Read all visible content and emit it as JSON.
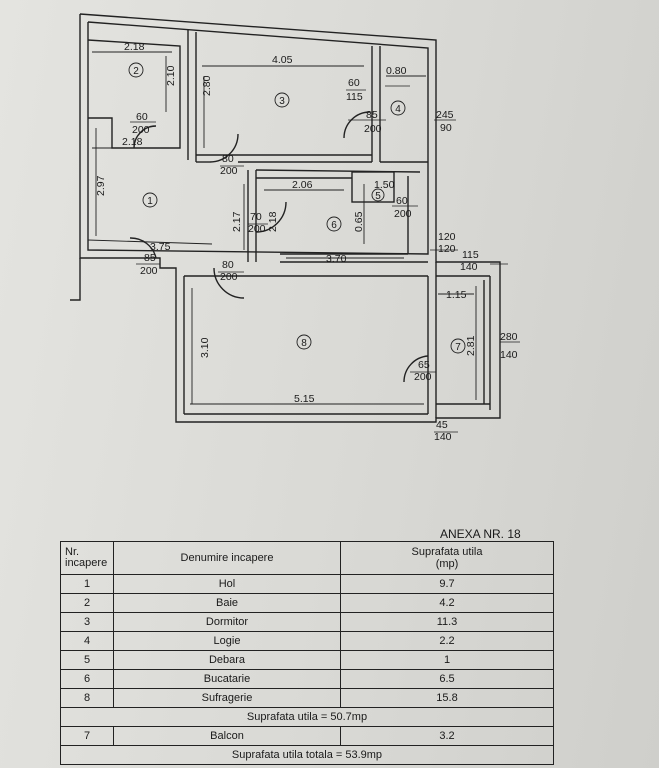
{
  "plan": {
    "dims": {
      "d_2_18_top": "2.18",
      "d_2_10": "2.10",
      "d_4_05": "4.05",
      "d_60_115_a": "60",
      "d_60_115_b": "115",
      "d_0_80": "0.80",
      "d_2_80": "2.80",
      "d_245": "245",
      "d_90": "90",
      "d_85_200_r3_a": "85",
      "d_85_200_r3_b": "200",
      "d_60_200_a": "60",
      "d_60_200_b": "200",
      "d_2_18_mid": "2.18",
      "d_80_200_a": "80",
      "d_80_200_b": "200",
      "d_2_06": "2.06",
      "d_1_50": "1.50",
      "d_60_200_d_a": "60",
      "d_60_200_d_b": "200",
      "d_2_97": "2.97",
      "d_2_17": "2.17",
      "d_2_18_v": "2.18",
      "d_70_200_a": "70",
      "d_70_200_b": "200",
      "d_0_65": "0.65",
      "d_120_a": "120",
      "d_120_b": "120",
      "d_3_75": "3.75",
      "d_85_200_h_a": "85",
      "d_85_200_h_b": "200",
      "d_80_200_k_a": "80",
      "d_80_200_k_b": "200",
      "d_3_70": "3.70",
      "d_115_140_a": "115",
      "d_115_140_b": "140",
      "d_1_15": "1.15",
      "d_280_a": "280",
      "d_280_b": "140",
      "d_3_10": "3.10",
      "d_2_81": "2.81",
      "d_65_200_a": "65",
      "d_65_200_b": "200",
      "d_5_15": "5.15",
      "d_45_140_a": "45",
      "d_45_140_b": "140"
    },
    "room_numbers": [
      "1",
      "2",
      "3",
      "4",
      "5",
      "6",
      "7",
      "8"
    ]
  },
  "annex_title": "ANEXA NR. 18",
  "table": {
    "header": {
      "nr_line1": "Nr.",
      "nr_line2": "incapere",
      "name": "Denumire incapere",
      "area_line1": "Suprafata utila",
      "area_line2": "(mp)"
    },
    "rows": [
      {
        "nr": "1",
        "name": "Hol",
        "area": "9.7"
      },
      {
        "nr": "2",
        "name": "Baie",
        "area": "4.2"
      },
      {
        "nr": "3",
        "name": "Dormitor",
        "area": "11.3"
      },
      {
        "nr": "4",
        "name": "Logie",
        "area": "2.2"
      },
      {
        "nr": "5",
        "name": "Debara",
        "area": "1"
      },
      {
        "nr": "6",
        "name": "Bucatarie",
        "area": "6.5"
      },
      {
        "nr": "8",
        "name": "Sufragerie",
        "area": "15.8"
      }
    ],
    "subtotal": "Suprafata utila = 50.7mp",
    "balcony": {
      "nr": "7",
      "name": "Balcon",
      "area": "3.2"
    },
    "total": "Suprafata utila totala = 53.9mp"
  }
}
